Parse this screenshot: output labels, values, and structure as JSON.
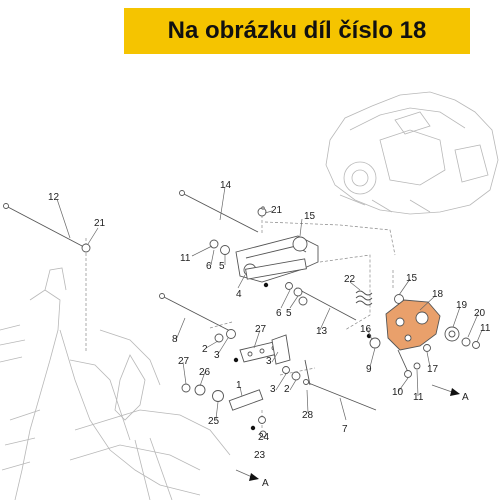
{
  "banner": {
    "text": "Na obrázku díl číslo 18"
  },
  "colors": {
    "banner_bg": "#f5c400",
    "highlight": "#e9a06b",
    "line": "#555555",
    "ghost": "#b8b8b8"
  },
  "labels": {
    "p1": "1",
    "p2a": "2",
    "p2b": "2",
    "p3a": "3",
    "p3b": "3",
    "p4": "4",
    "p5a": "5",
    "p5b": "5",
    "p6a": "6",
    "p6b": "6",
    "p7": "7",
    "p8": "8",
    "p9": "9",
    "p10": "10",
    "p11a": "11",
    "p11b": "11",
    "p11c": "11",
    "p12": "12",
    "p13": "13",
    "p14": "14",
    "p15a": "15",
    "p15b": "15",
    "p16": "16",
    "p17": "17",
    "p18": "18",
    "p19": "19",
    "p20": "20",
    "p21a": "21",
    "p21b": "21",
    "p22": "22",
    "p23": "23",
    "p24": "24",
    "p25": "25",
    "p26": "26",
    "p27a": "27",
    "p27b": "27",
    "p28": "28",
    "arrowA1": "A",
    "arrowA2": "A"
  }
}
